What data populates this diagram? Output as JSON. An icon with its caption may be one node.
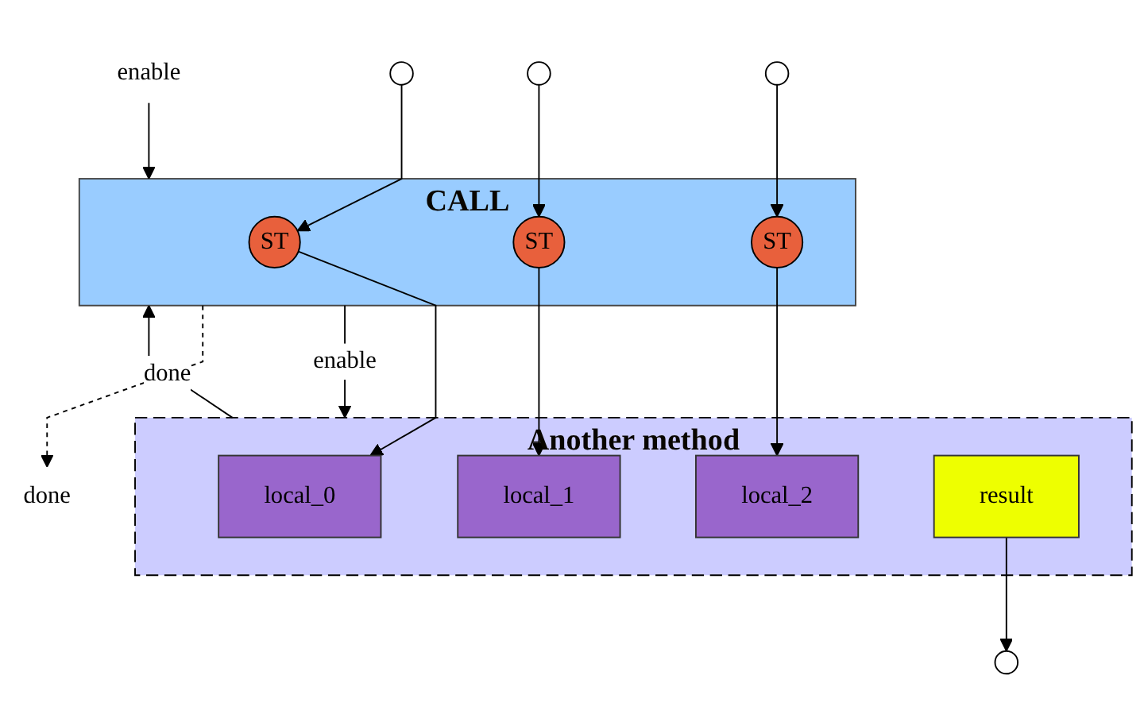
{
  "diagram": {
    "nodes": [
      {
        "text": [],
        "shape": "circle"
      },
      {
        "text": [],
        "shape": "circle"
      },
      {
        "text": [],
        "shape": "circle"
      },
      {
        "text": [
          "CALL"
        ]
      },
      {
        "text": [
          "ST"
        ],
        "in": 3
      },
      {
        "text": [
          "ST"
        ],
        "in": 3
      },
      {
        "text": [
          "ST"
        ],
        "in": 3
      },
      {
        "text": [
          "enable"
        ]
      },
      {
        "text": [
          "Another method"
        ]
      },
      {
        "text": [
          "local_0"
        ],
        "in": 8
      },
      {
        "text": [
          "local_1"
        ],
        "in": 8
      },
      {
        "text": [
          "local_2"
        ],
        "in": 8
      },
      {
        "text": [
          "result"
        ],
        "in": 8
      },
      {
        "text": [],
        "shape": "circle"
      },
      {
        "text": [
          "done"
        ]
      }
    ],
    "edges": [
      {
        "from": 0,
        "to": 4,
        "arrow": "to"
      },
      {
        "from": 1,
        "to": 5,
        "arrow": "to"
      },
      {
        "from": 2,
        "to": 6,
        "arrow": "to"
      },
      {
        "from": 4,
        "to": 9,
        "arrow": "to"
      },
      {
        "from": 5,
        "to": 10,
        "arrow": "to"
      },
      {
        "from": 6,
        "to": 11,
        "arrow": "to"
      },
      {
        "from": 7,
        "to": 3,
        "arrow": "to"
      },
      {
        "from": 3,
        "to": 8,
        "arrow": "to",
        "label": "enable"
      },
      {
        "from": 8,
        "to": 3,
        "arrow": "to",
        "label": "done"
      },
      {
        "from": 3,
        "to": 14,
        "arrow": "to",
        "style": "dashed"
      },
      {
        "from": 12,
        "to": 13,
        "arrow": "to"
      }
    ]
  }
}
